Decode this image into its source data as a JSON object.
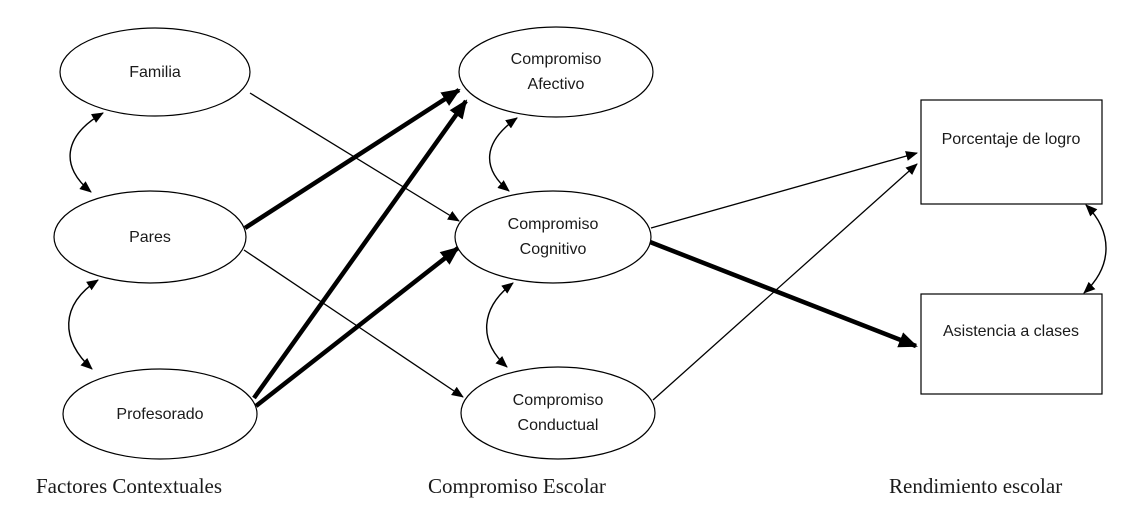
{
  "diagram": {
    "nodes": {
      "familia": {
        "label": "Familia"
      },
      "pares": {
        "label": "Pares"
      },
      "profesorado": {
        "label": "Profesorado"
      },
      "afectivo": {
        "label": "Compromiso Afectivo"
      },
      "cognitivo": {
        "label": "Compromiso Cognitivo"
      },
      "conductual": {
        "label": "Compromiso Conductual"
      },
      "logro": {
        "label": "Porcentaje de logro"
      },
      "asistencia": {
        "label": "Asistencia a clases"
      }
    },
    "groups": {
      "left": "Factores Contextuales",
      "middle": "Compromiso Escolar",
      "right": "Rendimiento escolar"
    },
    "edges": [
      {
        "from": "Familia",
        "to": "Compromiso Cognitivo",
        "style": "thin",
        "type": "directed"
      },
      {
        "from": "Pares",
        "to": "Compromiso Afectivo",
        "style": "thick",
        "type": "directed"
      },
      {
        "from": "Pares",
        "to": "Compromiso Conductual",
        "style": "thin",
        "type": "directed"
      },
      {
        "from": "Profesorado",
        "to": "Compromiso Afectivo",
        "style": "thick",
        "type": "directed"
      },
      {
        "from": "Profesorado",
        "to": "Compromiso Cognitivo",
        "style": "thick",
        "type": "directed"
      },
      {
        "from": "Compromiso Cognitivo",
        "to": "Porcentaje de logro",
        "style": "thin",
        "type": "directed"
      },
      {
        "from": "Compromiso Cognitivo",
        "to": "Asistencia a clases",
        "style": "thick",
        "type": "directed"
      },
      {
        "from": "Compromiso Conductual",
        "to": "Porcentaje de logro",
        "style": "thin",
        "type": "directed"
      },
      {
        "from": "Familia",
        "to": "Pares",
        "style": "thin",
        "type": "bidirectional"
      },
      {
        "from": "Pares",
        "to": "Profesorado",
        "style": "thin",
        "type": "bidirectional"
      },
      {
        "from": "Compromiso Afectivo",
        "to": "Compromiso Cognitivo",
        "style": "thin",
        "type": "bidirectional"
      },
      {
        "from": "Compromiso Cognitivo",
        "to": "Compromiso Conductual",
        "style": "thin",
        "type": "bidirectional"
      },
      {
        "from": "Porcentaje de logro",
        "to": "Asistencia a clases",
        "style": "thin",
        "type": "bidirectional"
      }
    ],
    "colors": {
      "stroke": "#000000",
      "background": "#ffffff"
    }
  }
}
